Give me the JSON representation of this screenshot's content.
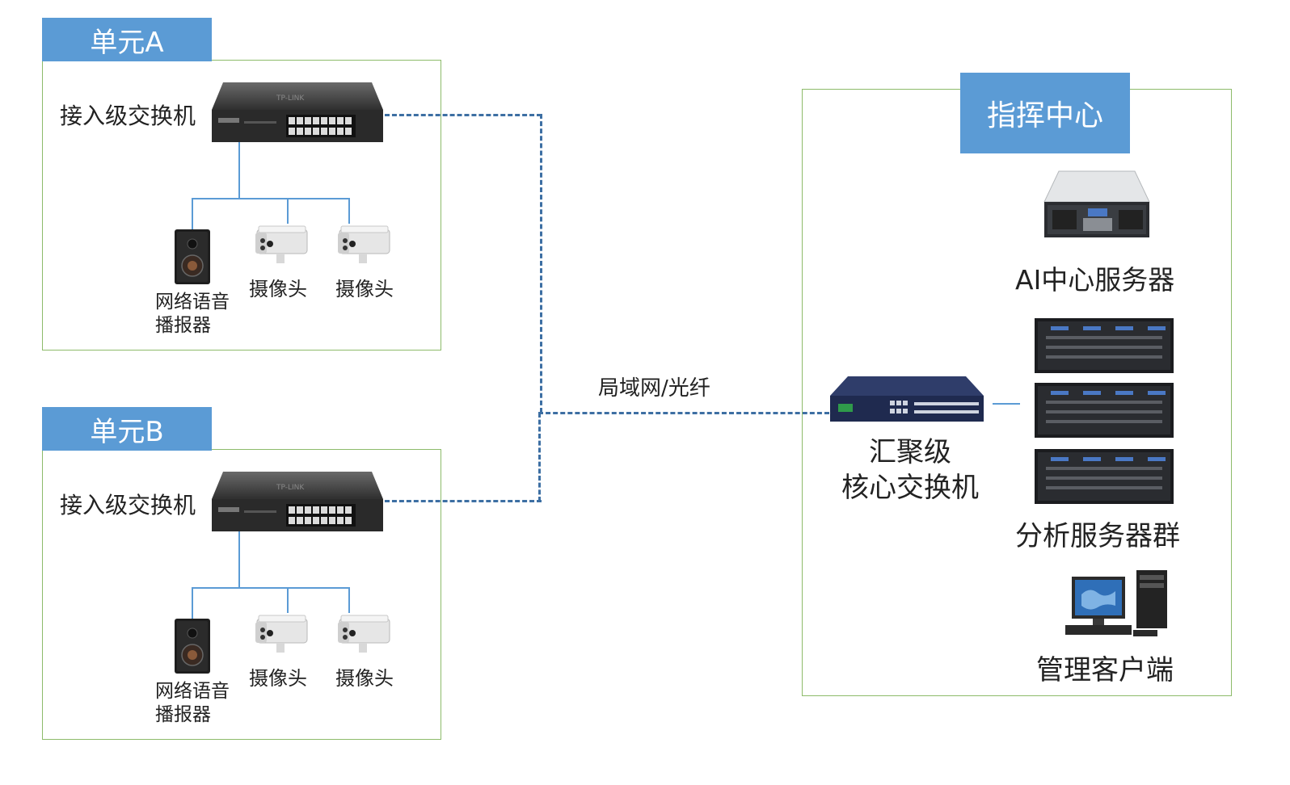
{
  "unit_a": {
    "title": "单元A",
    "switch_label": "接入级交换机",
    "speaker_label": "网络语音播报器",
    "camera1_label": "摄像头",
    "camera2_label": "摄像头"
  },
  "unit_b": {
    "title": "单元B",
    "switch_label": "接入级交换机",
    "speaker_label": "网络语音播报器",
    "camera1_label": "摄像头",
    "camera2_label": "摄像头"
  },
  "link_label": "局域网/光纤",
  "command_center": {
    "title": "指挥中心",
    "ai_server_label": "AI中心服务器",
    "core_switch_label": "汇聚级\n核心交换机",
    "analysis_label": "分析服务器群",
    "client_label": "管理客户端"
  },
  "colors": {
    "tab_blue": "#5b9bd5",
    "box_green": "#8dbb6a",
    "dashed_link": "#3d6fa3"
  }
}
